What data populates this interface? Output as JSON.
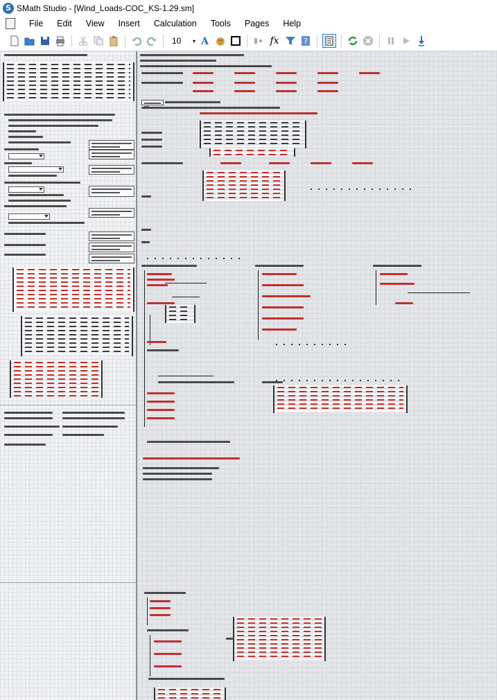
{
  "window": {
    "app_icon_letter": "S",
    "title": "SMath Studio - [Wind_Loads-COC_KS-1.29.sm]"
  },
  "menu": {
    "items": [
      "File",
      "Edit",
      "View",
      "Insert",
      "Calculation",
      "Tools",
      "Pages",
      "Help"
    ]
  },
  "toolbar": {
    "font_size": "10",
    "font_size_arrow": "▾",
    "fx_label": "fx",
    "icons": [
      "new-icon",
      "open-icon",
      "save-icon",
      "print-icon",
      "cut-icon",
      "copy-icon",
      "paste-icon",
      "undo-icon",
      "redo-icon",
      "font-color-icon",
      "fill-color-icon",
      "border-icon",
      "align-icon",
      "function-icon",
      "filter-icon",
      "help-icon",
      "page-view-icon",
      "recalculate-icon",
      "stop-icon",
      "pause-icon",
      "play-icon",
      "debug-step-icon"
    ]
  },
  "colors": {
    "worksheet_bg": "#e4e6ea",
    "left_pane_bg": "#f2f3f5",
    "result_red": "#c0302c",
    "accent_blue": "#2e6fb5"
  }
}
